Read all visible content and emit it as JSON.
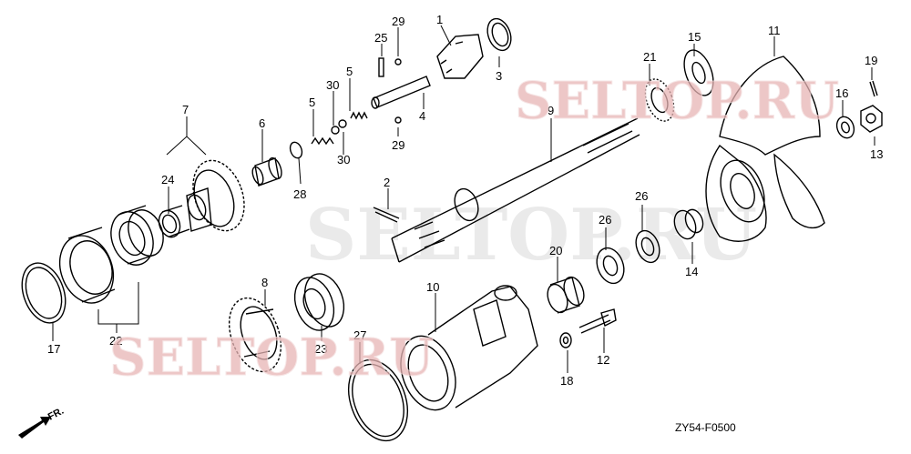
{
  "diagram": {
    "code": "ZY54-F0500",
    "front_marker": "FR.",
    "watermarks": [
      "SELTOP.RU",
      "SELTOP.RU",
      "SELTOP.RU"
    ],
    "part_labels": {
      "p1": "1",
      "p2": "2",
      "p3": "3",
      "p4": "4",
      "p5a": "5",
      "p5b": "5",
      "p6": "6",
      "p7": "7",
      "p8": "8",
      "p9": "9",
      "p10": "10",
      "p11": "11",
      "p12": "12",
      "p13": "13",
      "p14": "14",
      "p15": "15",
      "p16": "16",
      "p17": "17",
      "p18": "18",
      "p19": "19",
      "p20": "20",
      "p21": "21",
      "p22": "22",
      "p23": "23",
      "p24": "24",
      "p25": "25",
      "p26a": "26",
      "p26b": "26",
      "p27": "27",
      "p28": "28",
      "p29a": "29",
      "p29b": "29",
      "p30a": "30",
      "p30b": "30"
    }
  }
}
